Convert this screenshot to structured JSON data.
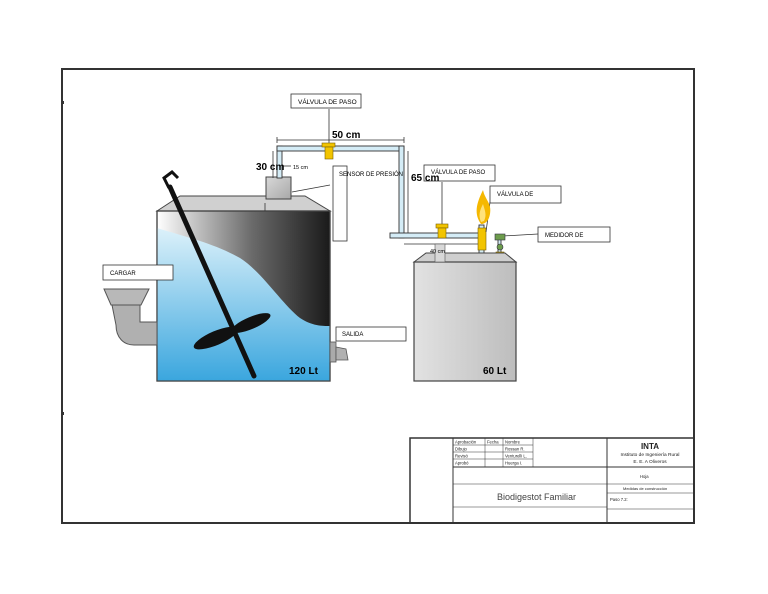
{
  "labels": {
    "valve_top": "VÁLVULA DE PASO",
    "valve_mid": "VÁLVULA DE PASO",
    "valve_burner": "VÁLVULA DE",
    "meter": "MEDIDOR DE",
    "pressure_sensor": "SENSOR DE PRESIÓN",
    "load": "CARGAR",
    "outlet": "SALIDA"
  },
  "dimensions": {
    "horizontal_top": "50 cm",
    "vertical_left": "30 cm",
    "small_left": "15 cm",
    "vertical_right": "65 cm",
    "bottom_run": "40 cm"
  },
  "tanks": {
    "main_volume": "120 Lt",
    "gas_volume": "60 Lt"
  },
  "title_block": {
    "col_headers": [
      "Aprobación",
      "Fecha",
      "Nombre"
    ],
    "rows": [
      {
        "role": "Dibujo",
        "name": "Rossan R."
      },
      {
        "role": "Revisó",
        "name": "Venturelli L."
      },
      {
        "role": "Aprobó",
        "name": "Huerga I."
      }
    ],
    "org_name": "INTA",
    "org_line1": "Instituto de Ingeniería Rural",
    "org_line2": "E. E. A Oliveros",
    "title": "Biodigestot Familiar",
    "sheet": "Hoja",
    "subject": "Medidas de construcción",
    "step": "Paso 7.2:"
  },
  "colors": {
    "water_light": "#dcf1fa",
    "water_dark": "#3aa6de",
    "pipe": "#d4ecf6",
    "valve": "#f2c400",
    "flame": "#f5b800"
  }
}
